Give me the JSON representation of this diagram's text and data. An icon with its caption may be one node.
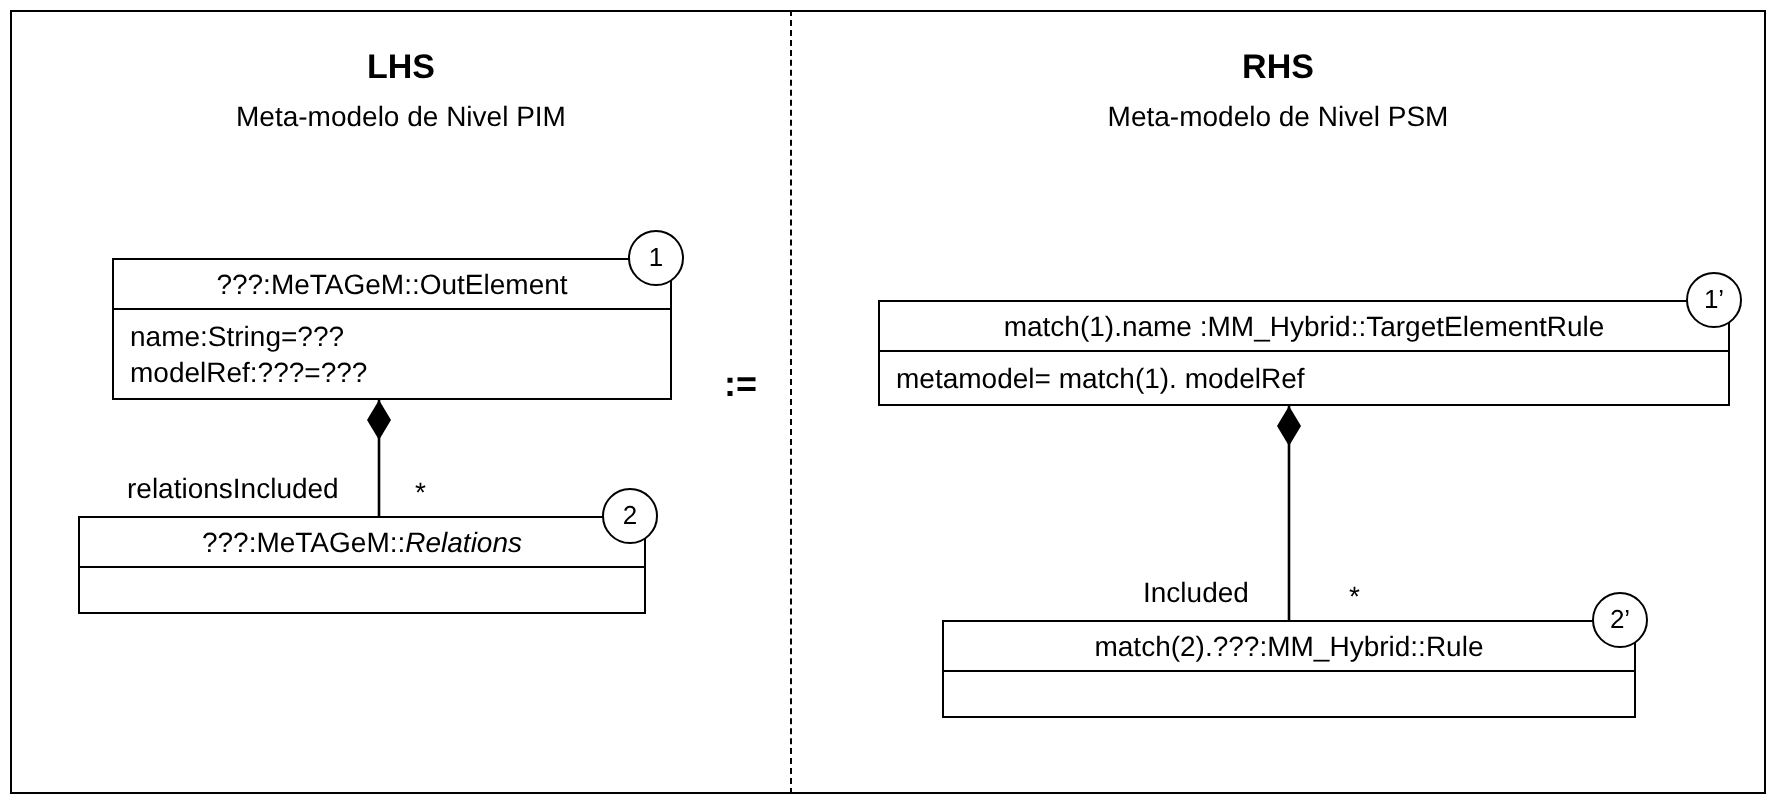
{
  "diagram": {
    "nodes": [
      {
        "text": [
          "LHS",
          "Meta-modelo de Nivel PIM"
        ]
      },
      {
        "text": [
          "RHS",
          "Meta-modelo de Nivel PSM"
        ]
      },
      {
        "text": [
          "???:MeTAGeM::OutElement",
          "name:String=???",
          "modelRef:???=???"
        ],
        "in": 0,
        "beside": [
          "1"
        ]
      },
      {
        "text": [
          "???:MeTAGeM::*Relations*"
        ],
        "in": 0,
        "beside": [
          "2"
        ]
      },
      {
        "text": [
          "match(1).name :MM_Hybrid::TargetElementRule",
          "metamodel= match(1). modelRef"
        ],
        "in": 1,
        "beside": [
          "1’"
        ]
      },
      {
        "text": [
          "match(2).???:MM_Hybrid::Rule"
        ],
        "in": 1,
        "beside": [
          "2’"
        ]
      }
    ],
    "edges": [
      {
        "from": 2,
        "to": 3,
        "arrow": "other",
        "label": "relationsIncluded"
      },
      {
        "from": 4,
        "to": 5,
        "arrow": "other",
        "label": "Included"
      }
    ],
    "labels": [
      ":=",
      "*",
      "*"
    ]
  }
}
